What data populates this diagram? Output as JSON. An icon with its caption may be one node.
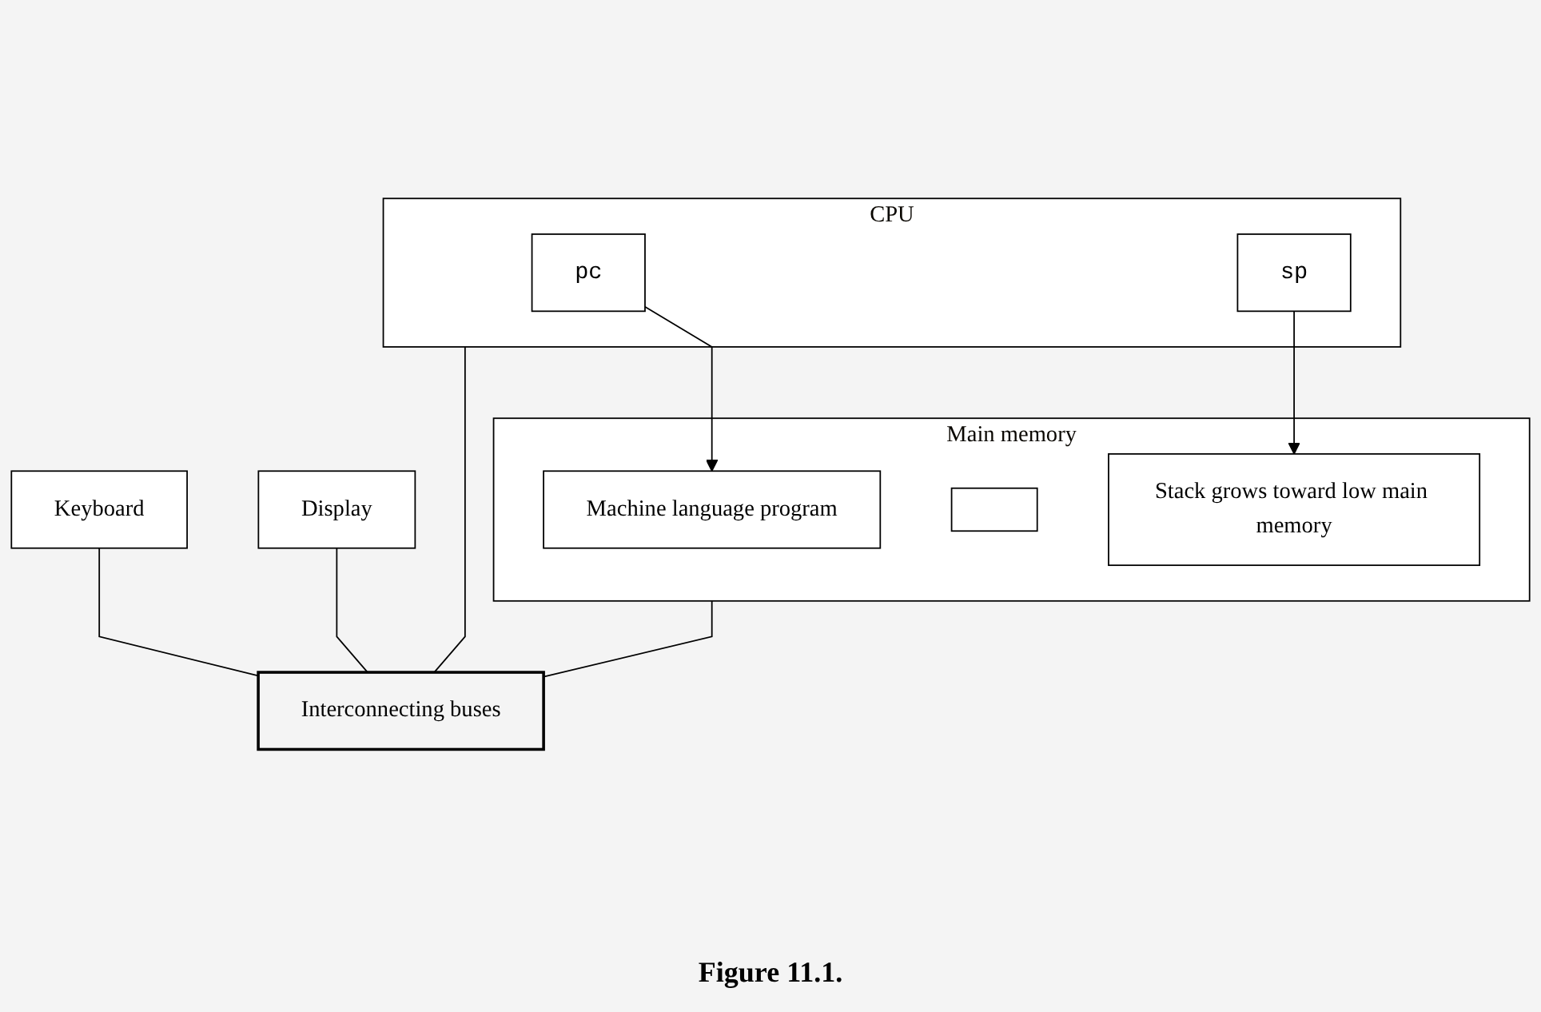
{
  "diagram": {
    "caption": "Figure 11.1.",
    "nodes": [
      {
        "text": [
          "CPU"
        ]
      },
      {
        "text": [
          "pc"
        ],
        "in": 0
      },
      {
        "text": [
          "sp"
        ],
        "in": 0
      },
      {
        "text": [
          "Main memory"
        ]
      },
      {
        "text": [
          "Machine language program"
        ],
        "in": 3
      },
      {
        "text": [],
        "shape": "box",
        "in": 3
      },
      {
        "text": [
          "Stack grows toward low main memory"
        ],
        "in": 3
      },
      {
        "text": [
          "Keyboard"
        ]
      },
      {
        "text": [
          "Display"
        ]
      },
      {
        "text": [
          "Interconnecting buses"
        ]
      }
    ],
    "edges": [
      {
        "from": 1,
        "to": 4,
        "arrow": "to"
      },
      {
        "from": 2,
        "to": 6,
        "arrow": "to"
      },
      {
        "from": 0,
        "to": 9,
        "arrow": "none"
      },
      {
        "from": 3,
        "to": 9,
        "arrow": "none"
      },
      {
        "from": 7,
        "to": 9,
        "arrow": "none"
      },
      {
        "from": 8,
        "to": 9,
        "arrow": "none"
      }
    ]
  }
}
